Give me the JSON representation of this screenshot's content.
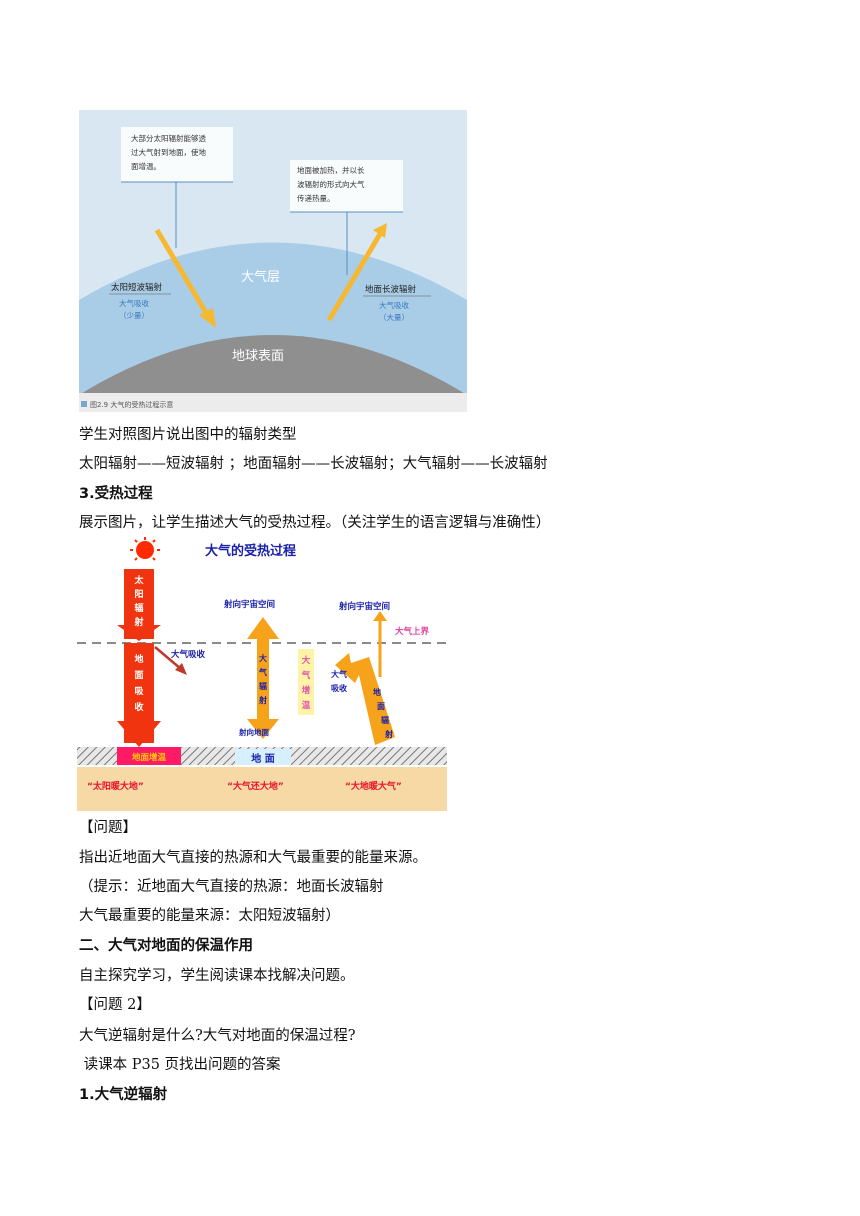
{
  "figure1": {
    "note_left": [
      "大部分太阳辐射能够透",
      "过大气射到地面，使地",
      "面增温。"
    ],
    "note_right": [
      "地面被加热，并以长",
      "波辐射的形式向大气",
      "传递热量。"
    ],
    "atmosphere_label": "大气层",
    "earth_label": "地球表面",
    "left_radiation": "太阳短波辐射",
    "left_absorb": "大气吸收",
    "left_amount": "（少量）",
    "right_radiation": "地面长波辐射",
    "right_absorb": "大气吸收",
    "right_amount": "（大量）",
    "caption": "图2.9  大气的受热过程示意",
    "colors": {
      "sky": "#d8e7f1",
      "atmosphere": "#a9cde6",
      "earth": "#8f8f8f",
      "arrow": "#f5b830"
    }
  },
  "text": {
    "line1": "学生对照图片说出图中的辐射类型",
    "line2": "太阳辐射——短波辐射 ；地面辐射——长波辐射；大气辐射——长波辐射",
    "heading3": "3.受热过程",
    "line3": "展示图片，让学生描述大气的受热过程。（关注学生的语言逻辑与准确性）",
    "q1_label": "【问题】",
    "q1": "指出近地面大气直接的热源和大气最重要的能量来源。",
    "hint1": "（提示：近地面大气直接的热源：地面长波辐射",
    "hint2": "大气最重要的能量来源：太阳短波辐射）",
    "section2": "二、大气对地面的保温作用",
    "explore": "自主探究学习，学生阅读课本找解决问题。",
    "q2_label": "【问题 2】",
    "q2": "大气逆辐射是什么?大气对地面的保温过程?",
    "read": " 读课本 P35 页找出问题的答案",
    "heading_last": "1.大气逆辐射"
  },
  "figure2": {
    "title": "大气的受热过程",
    "sun_arrow": [
      "太",
      "阳",
      "辐",
      "射"
    ],
    "ground_absorb": [
      "地",
      "面",
      "吸",
      "收"
    ],
    "atm_absorb1": "大气吸收",
    "to_space1": "射向宇宙空间",
    "atm_rad": [
      "大",
      "气",
      "辐",
      "射"
    ],
    "to_ground": "射向地面",
    "warming": [
      "大",
      "气",
      "增",
      "温"
    ],
    "to_space2": "射向宇宙空间",
    "top_boundary": "大气上界",
    "atm_absorb2": [
      "大气",
      "吸收"
    ],
    "ground_rad": [
      "地",
      "面",
      "辐",
      "射"
    ],
    "ground_warm": "地面增温",
    "ground": "地  面",
    "slogan1": "“太阳暖大地”",
    "slogan2": "“大气还大地”",
    "slogan3": "“大地暖大气”",
    "colors": {
      "title": "#1c22a8",
      "sun": "#ff2a00",
      "red_arrow": "#f0340f",
      "orange_arrow": "#f7a21b",
      "boundary": "#e040a0",
      "ground": "#f7d9a6"
    }
  }
}
